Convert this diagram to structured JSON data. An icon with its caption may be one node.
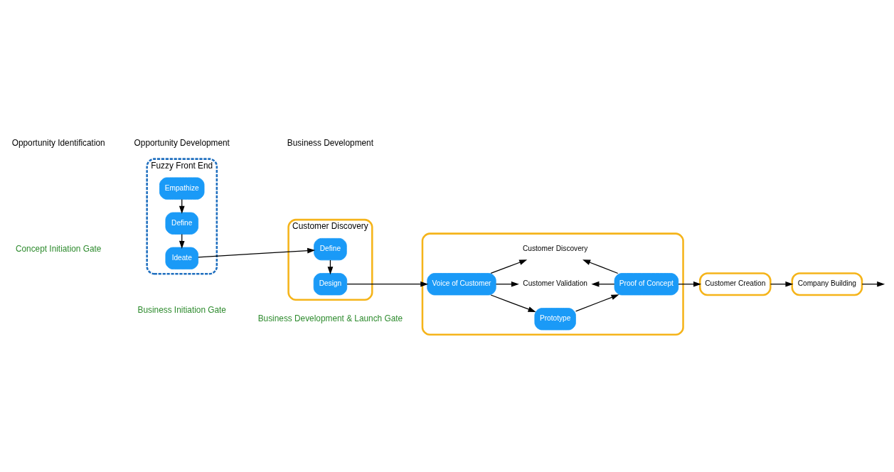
{
  "diagram": {
    "nodes": [
      {
        "text": [
          "Fuzzy Front End"
        ]
      },
      {
        "text": [
          "Empathize"
        ],
        "in": 0
      },
      {
        "text": [
          "Define"
        ],
        "in": 0
      },
      {
        "text": [
          "Ideate"
        ],
        "in": 0
      },
      {
        "text": [
          "Customer Discovery"
        ]
      },
      {
        "text": [
          "Define"
        ],
        "in": 4
      },
      {
        "text": [
          "Design"
        ],
        "in": 4
      },
      {
        "text": [],
        "shape": "box"
      },
      {
        "text": [
          "Voice of Customer"
        ],
        "in": 7
      },
      {
        "text": [
          "Prototype"
        ],
        "in": 7
      },
      {
        "text": [
          "Proof of Concept"
        ],
        "in": 7
      },
      {
        "text": [
          "Customer Validation"
        ],
        "in": 7
      },
      {
        "text": [
          "Customer Discovery"
        ],
        "in": 7
      },
      {
        "text": [
          "Customer Creation"
        ]
      },
      {
        "text": [
          "Company Building"
        ]
      }
    ],
    "edges": [
      {
        "from": 1,
        "to": 2,
        "arrow": "to"
      },
      {
        "from": 2,
        "to": 3,
        "arrow": "to"
      },
      {
        "from": 3,
        "to": 5,
        "arrow": "to"
      },
      {
        "from": 5,
        "to": 6,
        "arrow": "to"
      },
      {
        "from": 6,
        "to": 8,
        "arrow": "to"
      },
      {
        "from": 8,
        "to": 9,
        "arrow": "to"
      },
      {
        "from": 9,
        "to": 10,
        "arrow": "to"
      },
      {
        "from": 8,
        "to": 11,
        "arrow": "to"
      },
      {
        "from": 8,
        "to": 12,
        "arrow": "to"
      },
      {
        "from": 10,
        "to": 11,
        "arrow": "to"
      },
      {
        "from": 10,
        "to": 12,
        "arrow": "to"
      },
      {
        "from": 10,
        "to": 13,
        "arrow": "to"
      },
      {
        "from": 13,
        "to": 14,
        "arrow": "to"
      },
      {
        "from": 14,
        "to": null,
        "arrow": "to"
      }
    ],
    "labels": [
      "Opportunity Identification",
      "Opportunity Development",
      "Business Development",
      "Concept Initiation Gate",
      "Business Initiation Gate",
      "Business Development & Launch Gate"
    ]
  }
}
